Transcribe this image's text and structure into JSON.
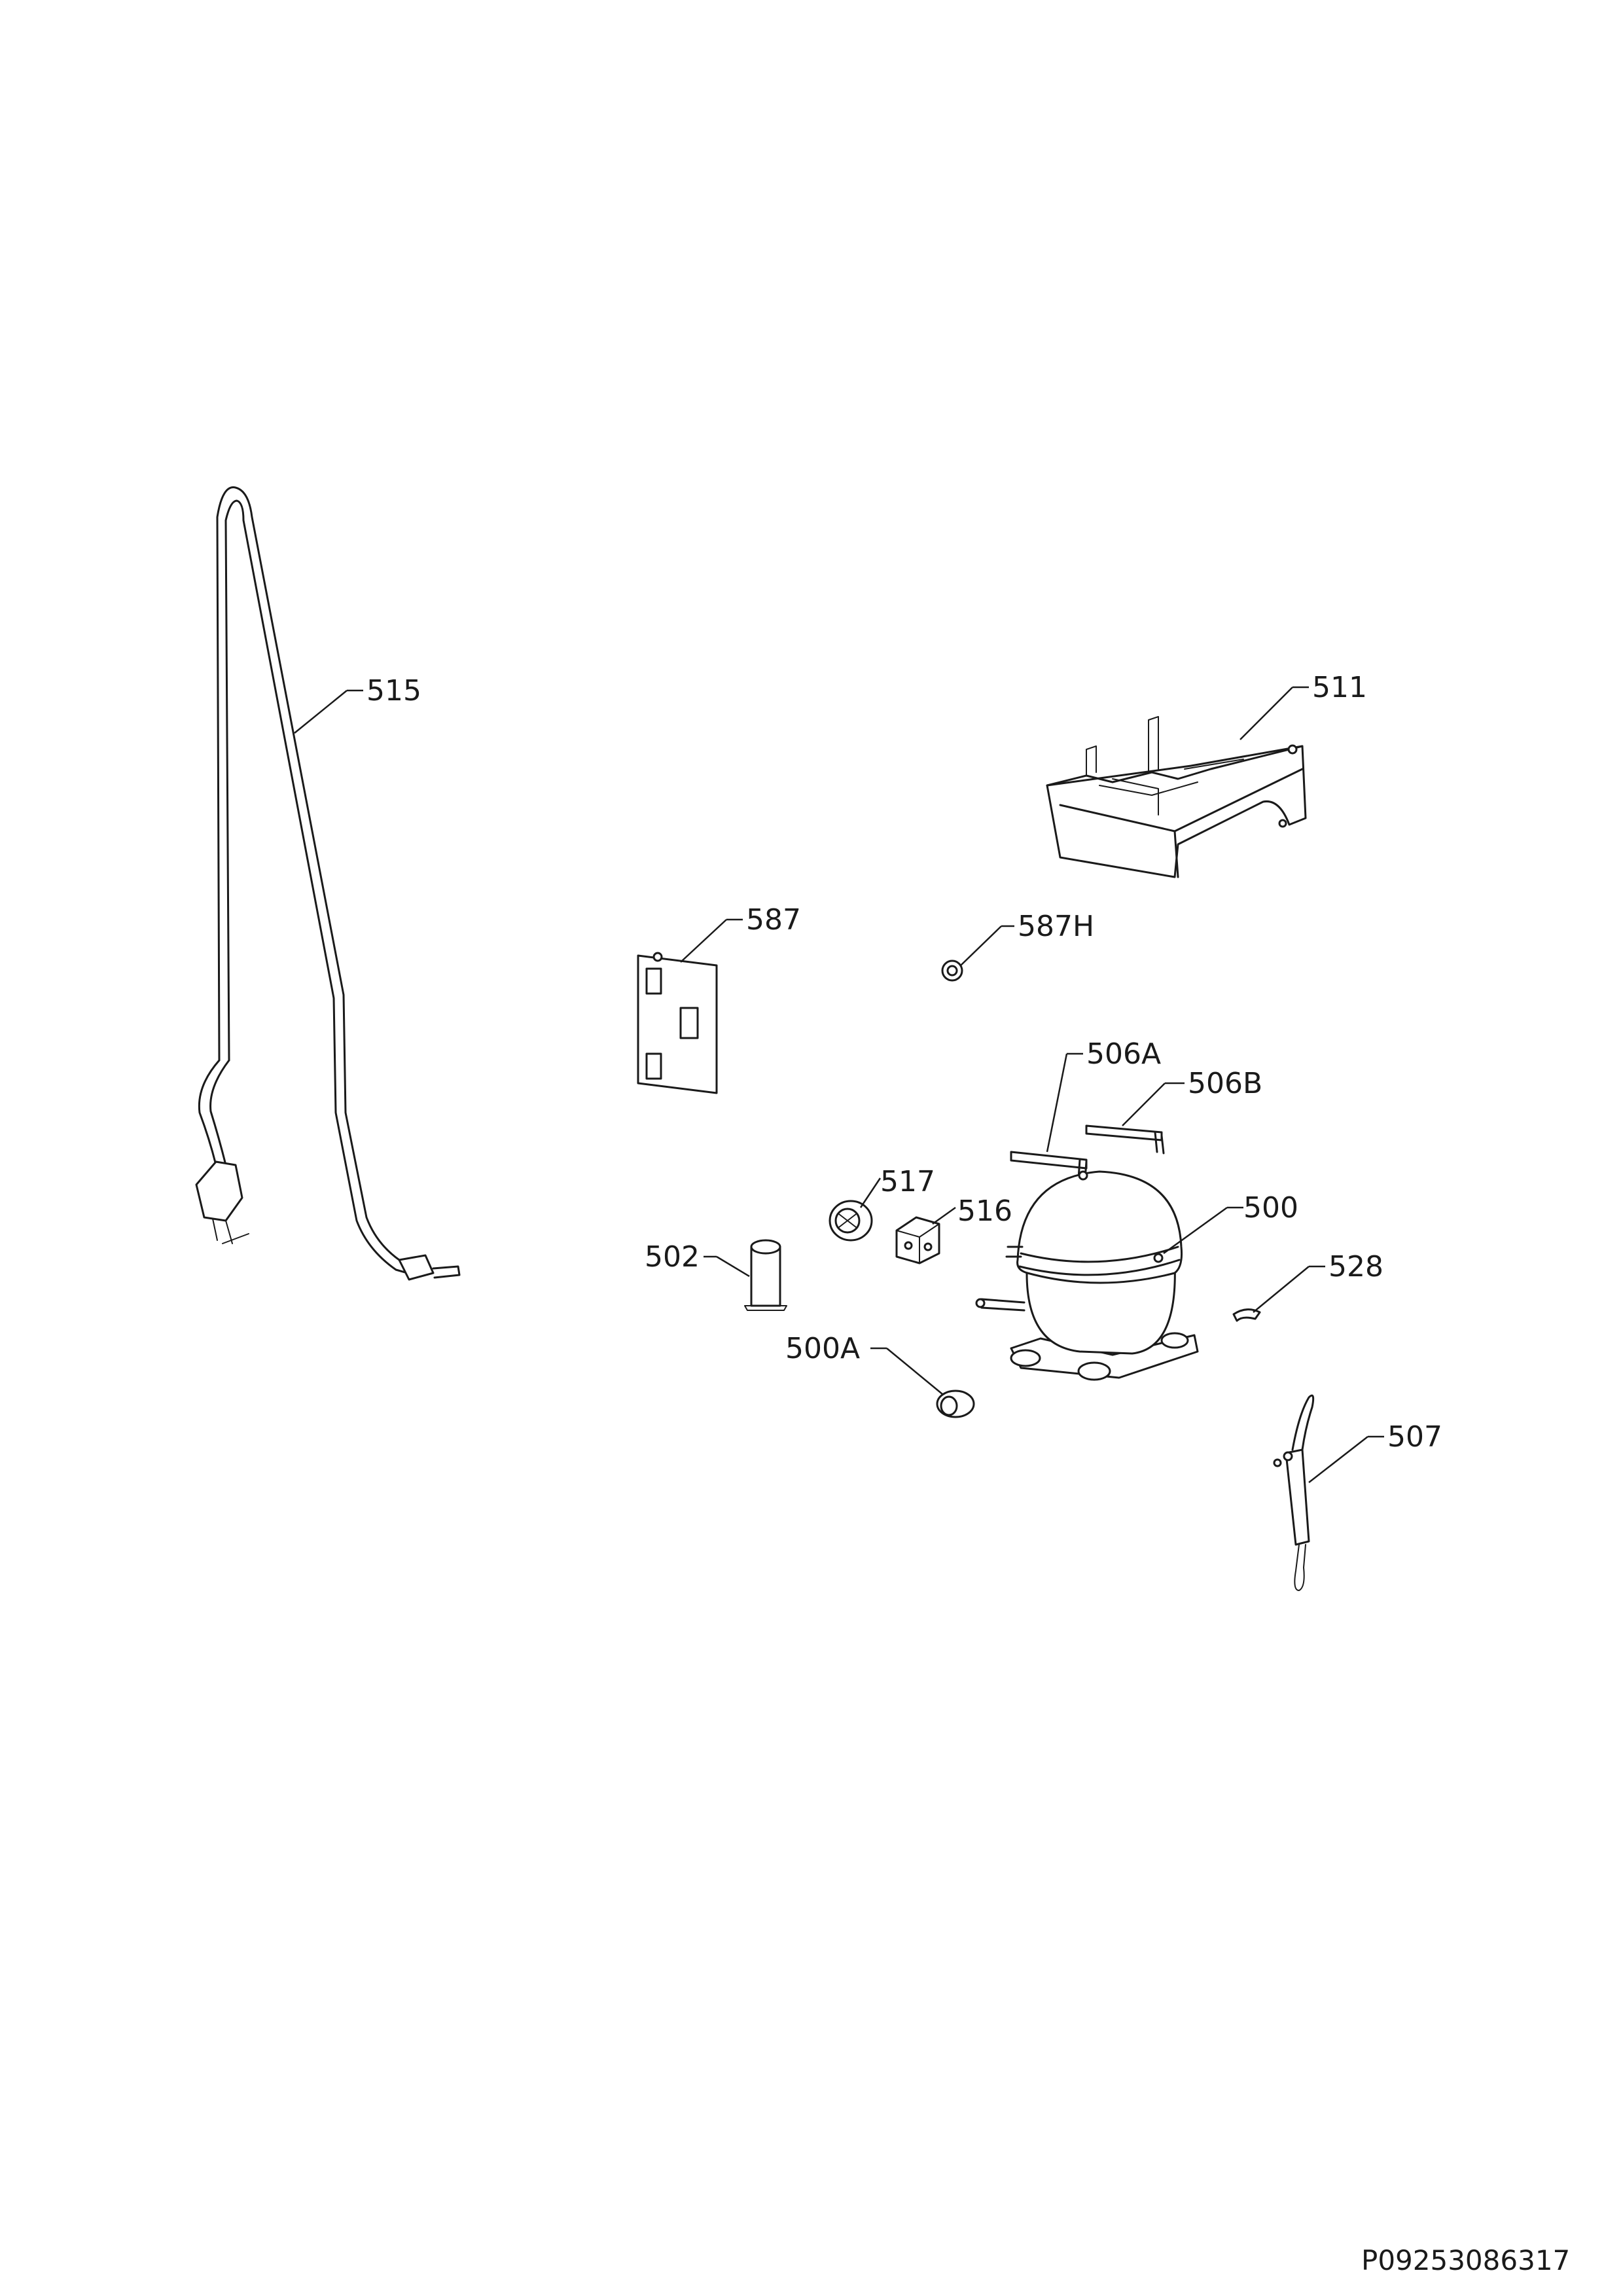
{
  "diagram": {
    "parts": [
      {
        "id": "515"
      },
      {
        "id": "511"
      },
      {
        "id": "587"
      },
      {
        "id": "587H"
      },
      {
        "id": "506A"
      },
      {
        "id": "506B"
      },
      {
        "id": "517"
      },
      {
        "id": "516"
      },
      {
        "id": "500"
      },
      {
        "id": "502"
      },
      {
        "id": "528"
      },
      {
        "id": "500A"
      },
      {
        "id": "507"
      }
    ],
    "document_id": "P09253086317"
  }
}
